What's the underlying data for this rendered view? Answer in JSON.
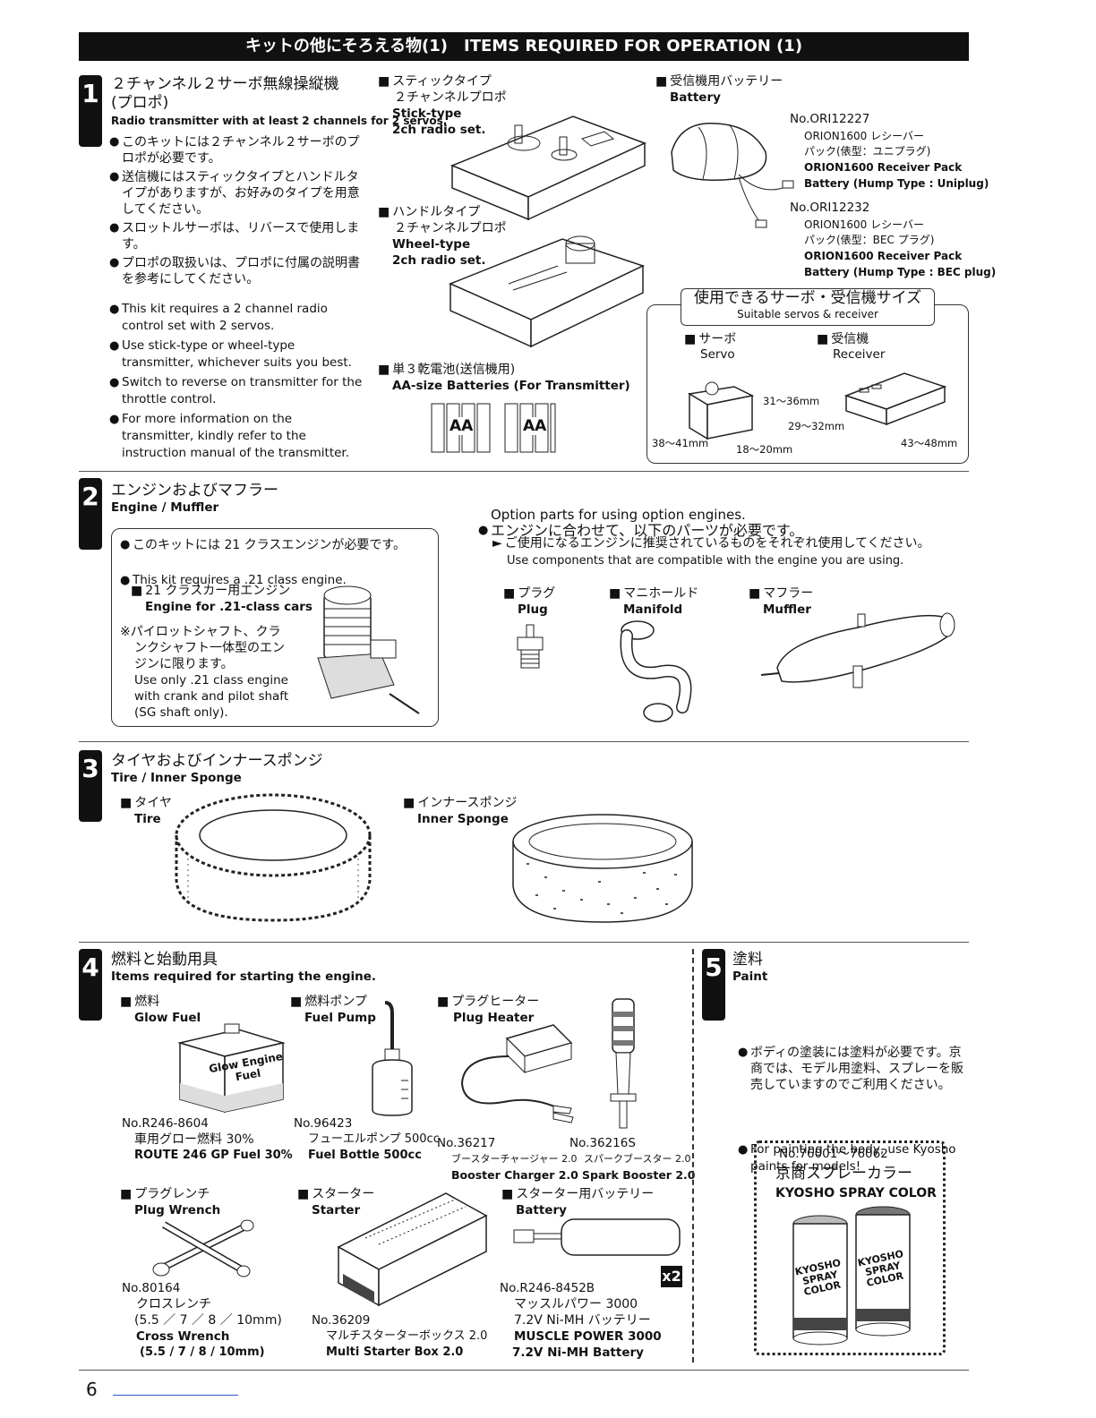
{
  "header": {
    "title": "キットの他にそろえる物(1)　ITEMS REQUIRED FOR OPERATION (1)"
  },
  "s1": {
    "num": "1",
    "title_jp_1": "２チャンネル２サーボ無線操縦機",
    "title_jp_2": "(プロポ)",
    "title_en": "Radio transmitter with at least 2 channels for 2 servos.",
    "bullets_jp": [
      "このキットには２チャンネル２サーボのプロポが必要です。",
      "送信機にはスティックタイプとハンドルタイプがありますが、お好みのタイプを用意してください。",
      "スロットルサーボは、リバースで使用します。",
      "プロポの取扱いは、プロポに付属の説明書を参考にしてください。"
    ],
    "bullets_en": [
      "This kit requires a 2 channel radio control set with 2 servos.",
      "Use stick-type or wheel-type transmitter, whichever suits you best.",
      "Switch to reverse on transmitter for the throttle control.",
      "For more information on the transmitter, kindly refer to the instruction manual of the transmitter."
    ],
    "stick_jp_1": "スティックタイプ",
    "stick_jp_2": "２チャンネルプロポ",
    "stick_en_1": "Stick-type",
    "stick_en_2": "2ch radio set.",
    "wheel_jp_1": "ハンドルタイプ",
    "wheel_jp_2": "２チャンネルプロポ",
    "wheel_en_1": "Wheel-type",
    "wheel_en_2": "2ch radio set.",
    "aa_jp": "単３乾電池(送信機用)",
    "aa_en": "AA-size Batteries (For Transmitter)",
    "aa_label": "AA",
    "batt_jp": "受信機用バッテリー",
    "batt_en": "Battery",
    "pack1_no": "No.ORI12227",
    "pack1_jp_1": "ORION1600 レシーバー",
    "pack1_jp_2": "パック(俵型：ユニプラグ)",
    "pack1_en_1": "ORION1600 Receiver Pack",
    "pack1_en_2": "Battery (Hump Type : Uniplug)",
    "pack2_no": "No.ORI12232",
    "pack2_jp_1": "ORION1600 レシーバー",
    "pack2_jp_2": "パック(俵型：BEC プラグ)",
    "pack2_en_1": "ORION1600 Receiver Pack",
    "pack2_en_2": "Battery (Hump Type : BEC plug)",
    "size_title_jp": "使用できるサーボ・受信機サイズ",
    "size_title_en": "Suitable servos & receiver",
    "servo_jp": "サーボ",
    "servo_en": "Servo",
    "rx_jp": "受信機",
    "rx_en": "Receiver",
    "dim_servo_h": "31〜36mm",
    "dim_servo_l": "38〜41mm",
    "dim_servo_w": "18〜20mm",
    "dim_rx_w": "29〜32mm",
    "dim_rx_l": "43〜48mm"
  },
  "s2": {
    "num": "2",
    "title_jp": "エンジンおよびマフラー",
    "title_en": "Engine / Muffler",
    "box_jp": "このキットには 21 クラスエンジンが必要です。",
    "box_en": "This kit requires a .21 class engine.",
    "engine_jp": "21 クラスカー用エンジン",
    "engine_en": "Engine for .21-class cars",
    "note_jp_1": "※パイロットシャフト、クラ",
    "note_jp_2": "ンクシャフト一体型のエン",
    "note_jp_3": "ジンに限ります。",
    "note_en_1": "Use only .21 class engine",
    "note_en_2": "with crank and pilot shaft",
    "note_en_3": "(SG shaft only).",
    "opt_jp": "エンジンに合わせて、以下のパーツが必要です。",
    "opt_en": "Option parts for using option engines.",
    "rec_jp": "ご使用になるエンジンに推奨されているものをそれぞれ使用してください。",
    "rec_en": "Use components that are compatible with the engine you are using.",
    "plug_jp": "プラグ",
    "plug_en": "Plug",
    "manifold_jp": "マニホールド",
    "manifold_en": "Manifold",
    "muffler_jp": "マフラー",
    "muffler_en": "Muffler"
  },
  "s3": {
    "num": "3",
    "title_jp": "タイヤおよびインナースポンジ",
    "title_en": "Tire / Inner Sponge",
    "tire_jp": "タイヤ",
    "tire_en": "Tire",
    "sponge_jp": "インナースポンジ",
    "sponge_en": "Inner Sponge"
  },
  "s4": {
    "num": "4",
    "title_jp": "燃料と始動用具",
    "title_en": "Items required for starting the engine.",
    "fuel_jp": "燃料",
    "fuel_en": "Glow Fuel",
    "can_label_1": "Glow Engine",
    "can_label_2": "Fuel",
    "fuel_no": "No.R246-8604",
    "fuel_name_jp": "車用グロー燃料 30%",
    "fuel_name_en": "ROUTE 246 GP Fuel 30%",
    "pump_jp": "燃料ポンプ",
    "pump_en": "Fuel Pump",
    "pump_no": "No.96423",
    "pump_name_jp": "フューエルポンプ 500cc",
    "pump_name_en": "Fuel Bottle 500cc",
    "heater_jp": "プラグヒーター",
    "heater_en": "Plug Heater",
    "charger_no": "No.36217",
    "charger_name_jp": "ブースターチャージャー 2.0",
    "charger_name_en": "Booster Charger 2.0",
    "spark_no": "No.36216S",
    "spark_name_jp": "スパークブースター 2.0",
    "spark_name_en": "Spark Booster 2.0",
    "wrench_jp": "プラグレンチ",
    "wrench_en": "Plug Wrench",
    "wrench_no": "No.80164",
    "wrench_name_jp_1": "クロスレンチ",
    "wrench_name_jp_2": "(5.5 ／ 7 ／ 8 ／ 10mm)",
    "wrench_name_en_1": "Cross Wrench",
    "wrench_name_en_2": "(5.5 / 7 / 8 / 10mm)",
    "starter_jp": "スターター",
    "starter_en": "Starter",
    "starter_no": "No.36209",
    "starter_name_jp": "マルチスターターボックス 2.0",
    "starter_name_en": "Multi Starter Box 2.0",
    "sbatt_jp": "スターター用バッテリー",
    "sbatt_en": "Battery",
    "sbatt_qty": "x2",
    "sbatt_no": "No.R246-8452B",
    "sbatt_name_jp_1": "マッスルパワー 3000",
    "sbatt_name_jp_2": "7.2V Ni-MH バッテリー",
    "sbatt_name_en_1": "MUSCLE POWER 3000",
    "sbatt_name_en_2": "7.2V Ni-MH Battery"
  },
  "s5": {
    "num": "5",
    "title_jp": "塗料",
    "title_en": "Paint",
    "bullet_jp": "ボディの塗装には塗料が必要です。京商では、モデル用塗料、スプレーを販売していますのでご利用ください。",
    "bullet_en": "For painting the body, use Kyosho paints for models!",
    "spray_no": "No.76001〜76062",
    "spray_jp": "京商スプレーカラー",
    "spray_en": "KYOSHO SPRAY COLOR",
    "can_text": "KYOSHO SPRAY COLOR"
  },
  "footer": {
    "page": "6"
  }
}
